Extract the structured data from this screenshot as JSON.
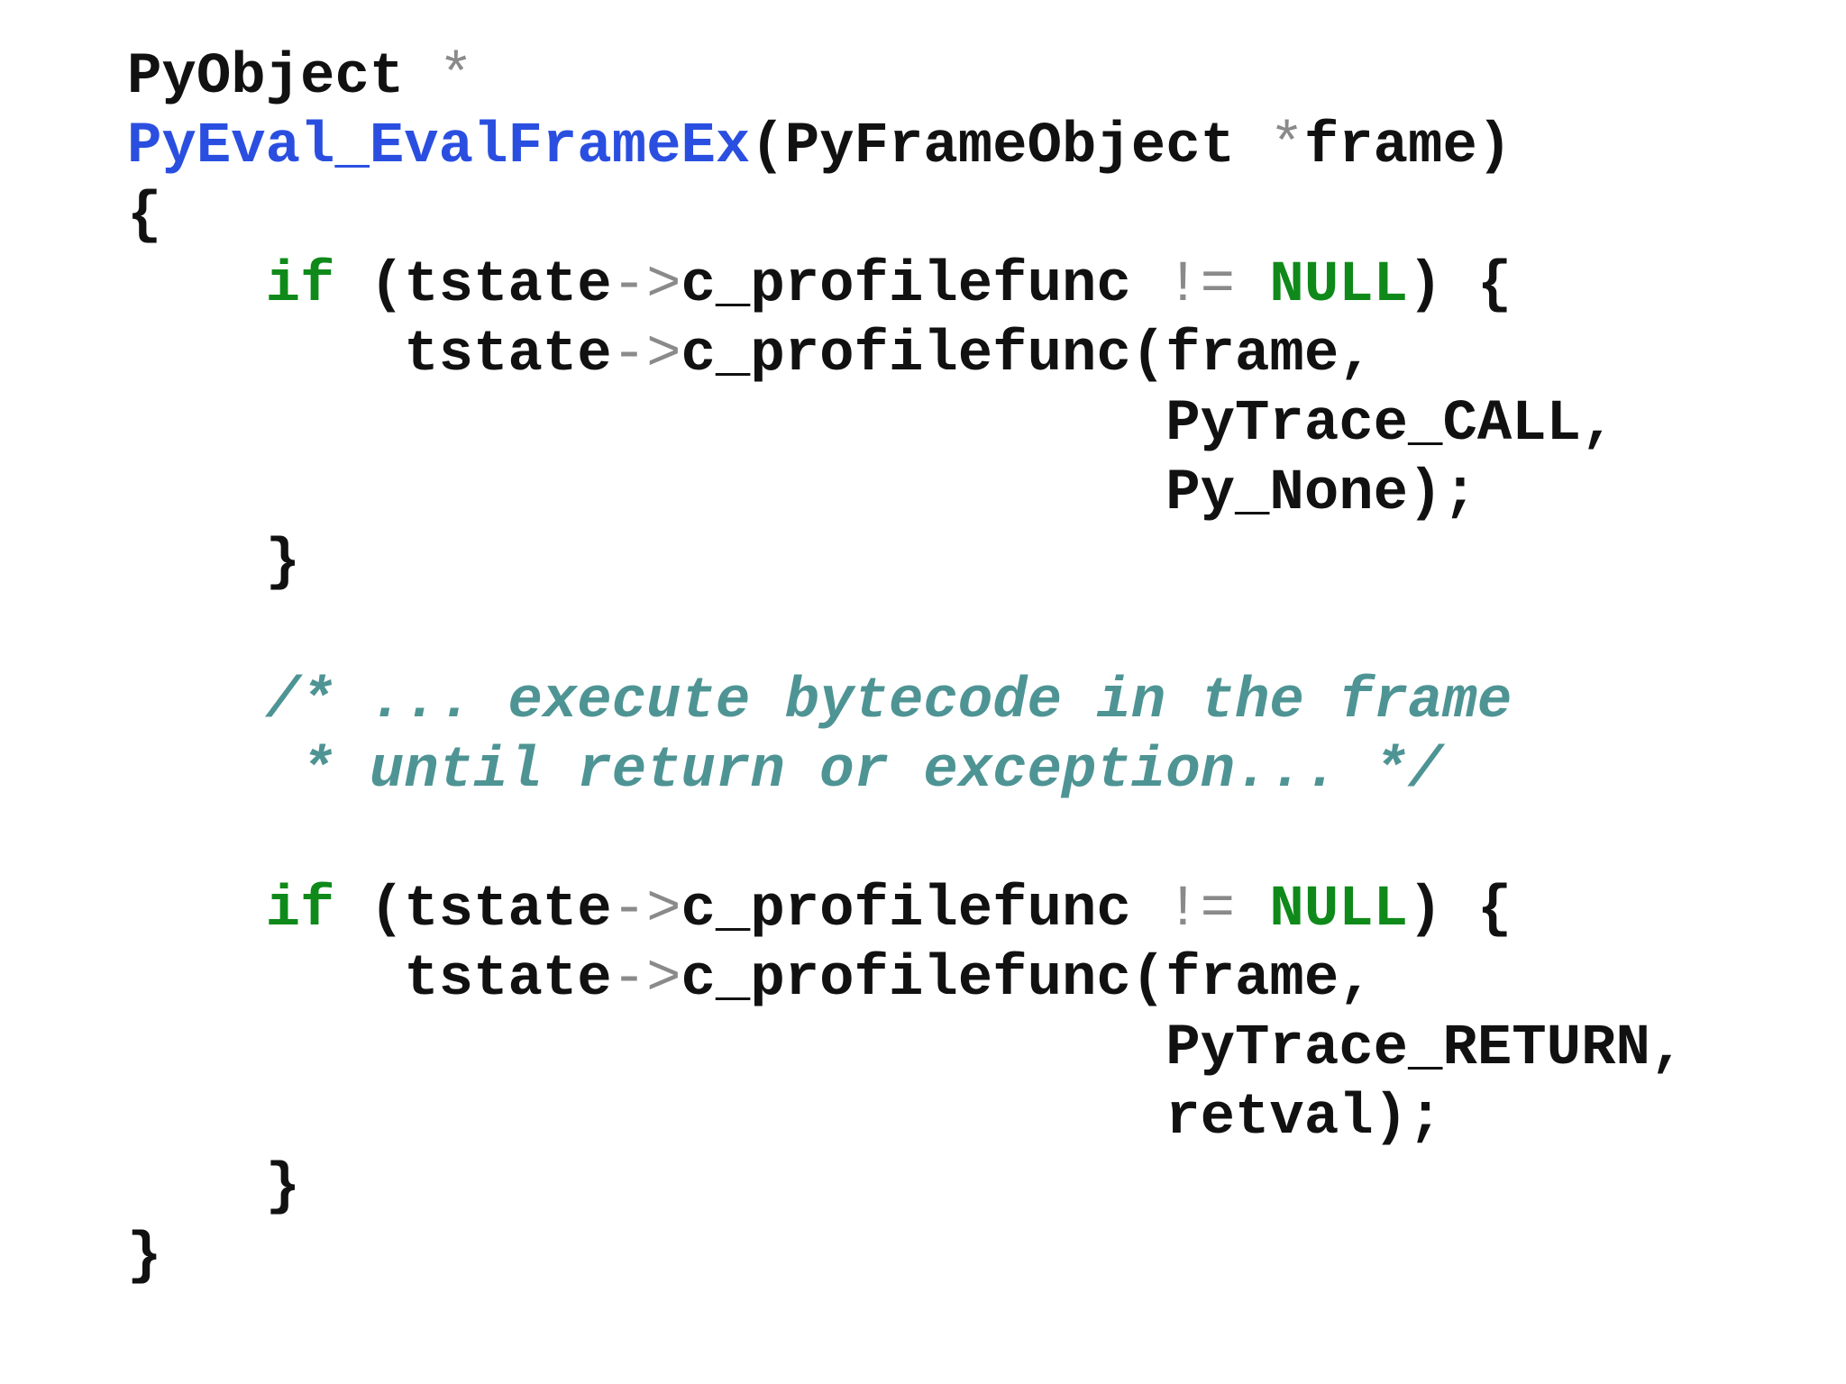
{
  "colors": {
    "background": "#ffffff",
    "plain": "#111111",
    "function_name": "#2a4fe0",
    "keyword": "#0f8a1a",
    "constant": "#0f8a1a",
    "operator": "#8a8a8a",
    "comment": "#4f9494"
  },
  "code_lines": [
    [
      {
        "t": "PyObject ",
        "k": "plain"
      },
      {
        "t": "*",
        "k": "op"
      }
    ],
    [
      {
        "t": "PyEval_EvalFrameEx",
        "k": "fn"
      },
      {
        "t": "(PyFrameObject ",
        "k": "plain"
      },
      {
        "t": "*",
        "k": "op"
      },
      {
        "t": "frame)",
        "k": "plain"
      }
    ],
    [
      {
        "t": "{",
        "k": "plain"
      }
    ],
    [
      {
        "t": "    ",
        "k": "plain"
      },
      {
        "t": "if",
        "k": "keyword"
      },
      {
        "t": " (tstate",
        "k": "plain"
      },
      {
        "t": "->",
        "k": "op"
      },
      {
        "t": "c_profilefunc ",
        "k": "plain"
      },
      {
        "t": "!=",
        "k": "op"
      },
      {
        "t": " ",
        "k": "plain"
      },
      {
        "t": "NULL",
        "k": "const"
      },
      {
        "t": ") {",
        "k": "plain"
      }
    ],
    [
      {
        "t": "        tstate",
        "k": "plain"
      },
      {
        "t": "->",
        "k": "op"
      },
      {
        "t": "c_profilefunc(frame,",
        "k": "plain"
      }
    ],
    [
      {
        "t": "                              PyTrace_CALL,",
        "k": "plain"
      }
    ],
    [
      {
        "t": "                              Py_None);",
        "k": "plain"
      }
    ],
    [
      {
        "t": "    }",
        "k": "plain"
      }
    ],
    [
      {
        "t": "",
        "k": "plain"
      }
    ],
    [
      {
        "t": "    /* ... execute bytecode in the frame",
        "k": "comment"
      }
    ],
    [
      {
        "t": "     * until return or exception... */",
        "k": "comment"
      }
    ],
    [
      {
        "t": "",
        "k": "plain"
      }
    ],
    [
      {
        "t": "    ",
        "k": "plain"
      },
      {
        "t": "if",
        "k": "keyword"
      },
      {
        "t": " (tstate",
        "k": "plain"
      },
      {
        "t": "->",
        "k": "op"
      },
      {
        "t": "c_profilefunc ",
        "k": "plain"
      },
      {
        "t": "!=",
        "k": "op"
      },
      {
        "t": " ",
        "k": "plain"
      },
      {
        "t": "NULL",
        "k": "const"
      },
      {
        "t": ") {",
        "k": "plain"
      }
    ],
    [
      {
        "t": "        tstate",
        "k": "plain"
      },
      {
        "t": "->",
        "k": "op"
      },
      {
        "t": "c_profilefunc(frame,",
        "k": "plain"
      }
    ],
    [
      {
        "t": "                              PyTrace_RETURN,",
        "k": "plain"
      }
    ],
    [
      {
        "t": "                              retval);",
        "k": "plain"
      }
    ],
    [
      {
        "t": "    }",
        "k": "plain"
      }
    ],
    [
      {
        "t": "}",
        "k": "plain"
      }
    ]
  ]
}
